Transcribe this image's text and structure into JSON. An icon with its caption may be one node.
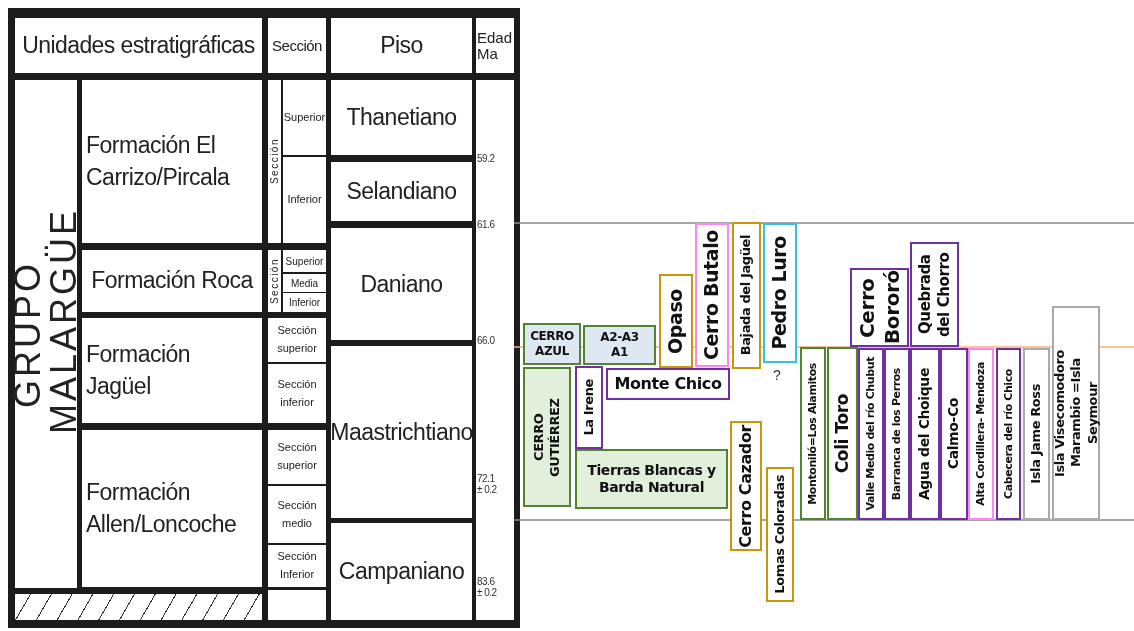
{
  "diagram": {
    "nodes": [
      {
        "text": [
          "Unidades estratigráficas"
        ]
      },
      {
        "text": [
          "Sección"
        ]
      },
      {
        "text": [
          "Piso"
        ]
      },
      {
        "text": [
          "Edad Ma"
        ]
      },
      {
        "text": [
          "GRUPO MALARGÜE"
        ]
      },
      {
        "text": [
          "Formación El Carrizo/Pircala"
        ]
      },
      {
        "text": [
          "Sección"
        ]
      },
      {
        "text": [
          "Superior"
        ]
      },
      {
        "text": [
          "Inferior"
        ]
      },
      {
        "text": [
          "Thanetiano"
        ]
      },
      {
        "text": [
          "Selandiano"
        ]
      },
      {
        "text": [
          "Formación Roca"
        ]
      },
      {
        "text": [
          "Sección"
        ]
      },
      {
        "text": [
          "Superior"
        ]
      },
      {
        "text": [
          "Media"
        ]
      },
      {
        "text": [
          "Inferior"
        ]
      },
      {
        "text": [
          "Daniano"
        ]
      },
      {
        "text": [
          "Formación Jagüel"
        ]
      },
      {
        "text": [
          "Sección superior"
        ]
      },
      {
        "text": [
          "Sección inferior"
        ]
      },
      {
        "text": [
          "Maastrichtiano"
        ]
      },
      {
        "text": [
          "Formación Allen/Loncoche"
        ]
      },
      {
        "text": [
          "Sección superior"
        ]
      },
      {
        "text": [
          "Sección medio"
        ]
      },
      {
        "text": [
          "Sección Inferior"
        ]
      },
      {
        "text": [
          "Campaniano"
        ]
      },
      {
        "text": [
          "Cerro Butalo"
        ]
      },
      {
        "text": [
          "Bajada del Jagüel"
        ]
      },
      {
        "text": [
          "Pedro Luro"
        ]
      },
      {
        "text": [
          "Quebrada del Chorro"
        ]
      },
      {
        "text": [
          "Opaso"
        ]
      },
      {
        "text": [
          "Cerro Bororó"
        ]
      },
      {
        "text": [
          "Isla Visecomodoro Marambio =Isla Seymour"
        ]
      },
      {
        "text": [
          "CERRO AZUL"
        ]
      },
      {
        "text": [
          "A2-A3",
          "A1"
        ]
      },
      {
        "text": [
          "CERRO GUTIÉRREZ"
        ]
      },
      {
        "text": [
          "La Irene"
        ]
      },
      {
        "text": [
          "Monte Chico"
        ]
      },
      {
        "text": [
          "Tierras Blancas y Barda Natural"
        ]
      },
      {
        "text": [
          "Cerro Cazador"
        ]
      },
      {
        "text": [
          "Lomas Coloradas"
        ]
      },
      {
        "text": [
          "Montoniló=Los Alamitos"
        ]
      },
      {
        "text": [
          "Coli Toro"
        ]
      },
      {
        "text": [
          "Valle Medio del río Chubut"
        ]
      },
      {
        "text": [
          "Barranca de los Perros"
        ]
      },
      {
        "text": [
          "Agua del Choique"
        ]
      },
      {
        "text": [
          "Calmo-Co"
        ]
      },
      {
        "text": [
          "Alta Cordillera- Mendoza"
        ]
      },
      {
        "text": [
          "Cabecera del río Chico"
        ]
      },
      {
        "text": [
          "Isla Jame Ross"
        ]
      }
    ],
    "labels": [
      "59.2",
      "61.6",
      "66.0",
      "?",
      "72.1 ± 0.2",
      "83.6 ± 0.2"
    ]
  }
}
